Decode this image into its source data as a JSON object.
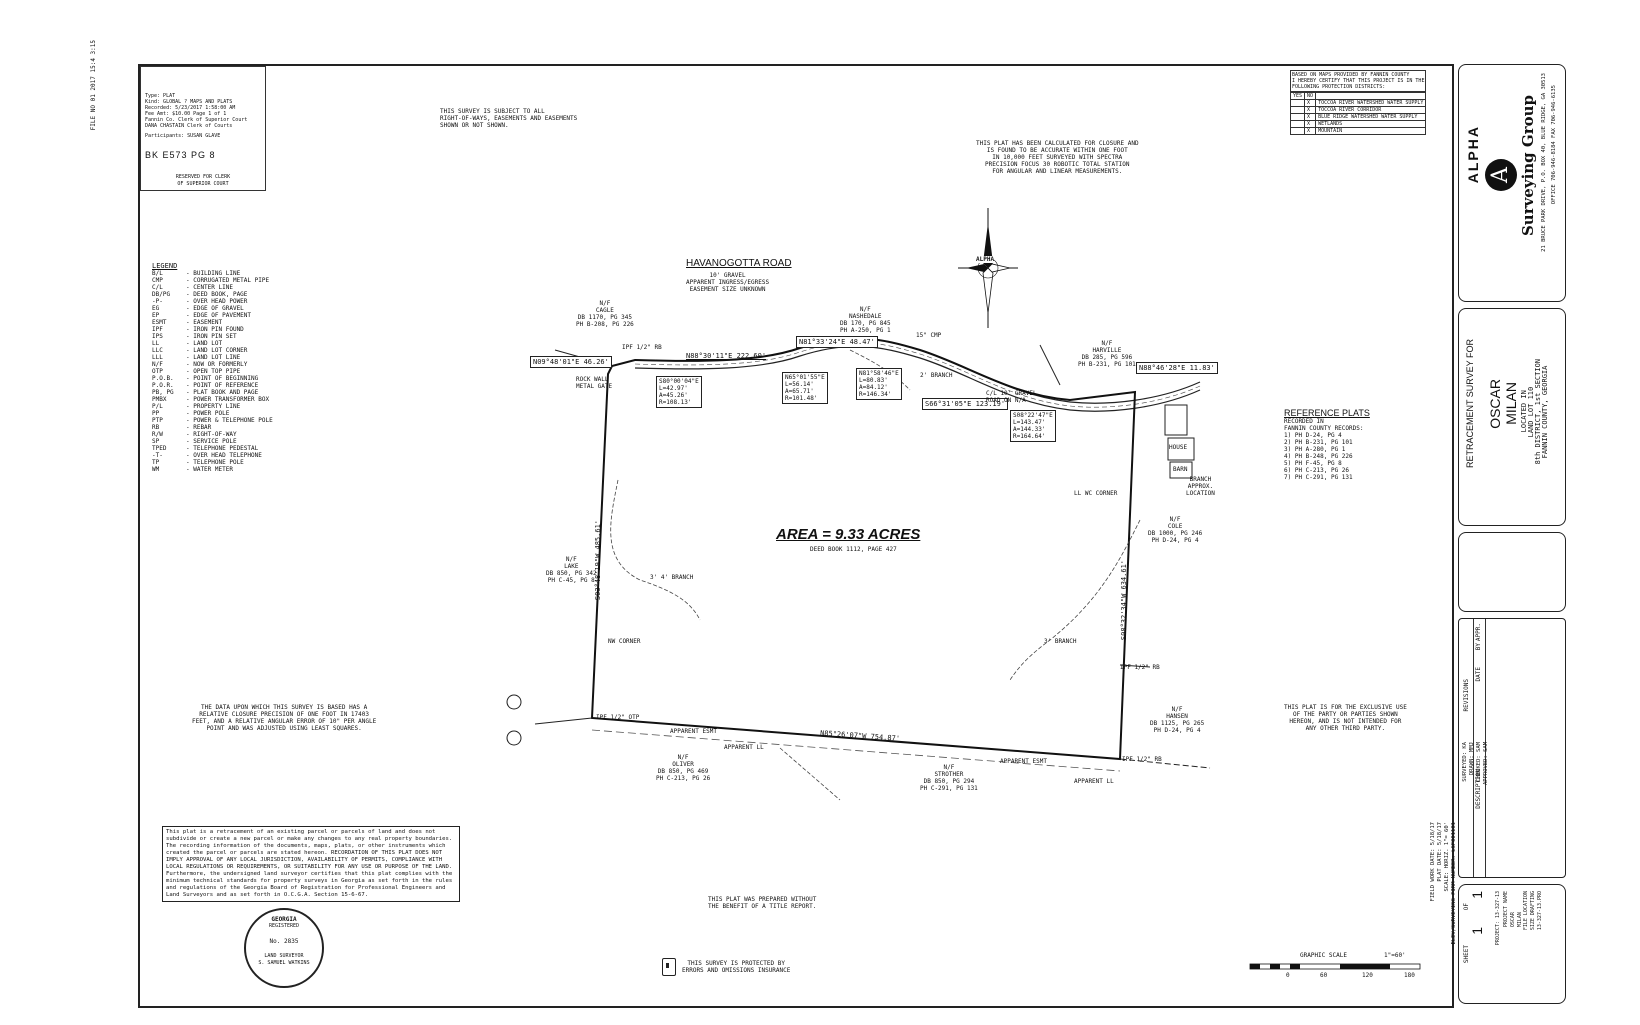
{
  "margin_stamp": "FILE NO 01 2017 15:4 3:15",
  "recording": {
    "lines": [
      "Type: PLAT",
      "Kind: GLOBAL ? MAPS AND PLATS",
      "Recorded: 5/23/2017 1:58:00 AM",
      "Fee Amt: $10.00 Page 1 of 1",
      "Fannin Co. Clerk of Superior Court",
      "DANA CHASTAIN Clerk of Courts"
    ],
    "participant": "Participants: SUSAN GLAVE",
    "book": "BK E573  PG   8",
    "reserved": "RESERVED FOR CLERK\nOF SUPERIOR COURT"
  },
  "notes": {
    "subject": "THIS SURVEY IS SUBJECT TO ALL\nRIGHT-OF-WAYS, EASEMENTS AND EASEMENTS\nSHOWN OR NOT SHOWN.",
    "closure": "THIS PLAT HAS BEEN CALCULATED FOR CLOSURE AND\nIS FOUND TO BE ACCURATE WITHIN ONE FOOT\nIN 10,000 FEET SURVEYED WITH SPECTRA\nPRECISION FOCUS 30 ROBOTIC TOTAL STATION\nFOR ANGULAR AND LINEAR MEASUREMENTS.",
    "data_basis": "THE DATA UPON WHICH THIS SURVEY IS BASED HAS A\nRELATIVE CLOSURE PRECISION OF ONE FOOT IN 17403\nFEET, AND A RELATIVE ANGULAR ERROR OF 10\" PER ANGLE\nPOINT AND WAS ADJUSTED USING LEAST SQUARES.",
    "exclusive": "THIS PLAT IS FOR THE EXCLUSIVE USE\nOF THE PARTY OR PARTIES SHOWN\nHEREON, AND IS NOT INTENDED FOR\nANY OTHER THIRD PARTY.",
    "title_report": "THIS PLAT WAS PREPARED WITHOUT\nTHE BENEFIT OF A TITLE REPORT.",
    "retracement": "This plat is a retracement of an existing parcel or parcels of land and does not subdivide or create a new parcel or make any changes to any real property boundaries. The recording information of the documents, maps, plats, or other instruments which created the parcel or parcels are stated hereon. RECORDATION OF THIS PLAT DOES NOT IMPLY APPROVAL OF ANY LOCAL JURISDICTION, AVAILABILITY OF PERMITS, COMPLIANCE WITH LOCAL REGULATIONS OR REQUIREMENTS, OR SUITABILITY FOR ANY USE OR PURPOSE OF THE LAND. Furthermore, the undersigned land surveyor certifies that this plat complies with the minimum technical standards for property surveys in Georgia as set forth in the rules and regulations of the Georgia Board of Registration for Professional Engineers and Land Surveyors and as set forth in O.C.G.A. Section 15-6-67.",
    "errors": "THIS SURVEY IS PROTECTED BY\nERRORS AND OMISSIONS INSURANCE"
  },
  "legend": {
    "title": "LEGEND",
    "items": [
      [
        "B/L",
        "BUILDING LINE"
      ],
      [
        "CMP",
        "CORRUGATED METAL PIPE"
      ],
      [
        "C/L",
        "CENTER LINE"
      ],
      [
        "DB/PG",
        "DEED BOOK, PAGE"
      ],
      [
        "-P-",
        "OVER HEAD POWER"
      ],
      [
        "EG",
        "EDGE OF GRAVEL"
      ],
      [
        "EP",
        "EDGE OF PAVEMENT"
      ],
      [
        "ESMT",
        "EASEMENT"
      ],
      [
        "IPF",
        "IRON PIN FOUND"
      ],
      [
        "IPS",
        "IRON PIN SET"
      ],
      [
        "LL",
        "LAND LOT"
      ],
      [
        "LLC",
        "LAND LOT CORNER"
      ],
      [
        "LLL",
        "LAND LOT LINE"
      ],
      [
        "N/F",
        "NOW OR FORMERLY"
      ],
      [
        "OTP",
        "OPEN TOP PIPE"
      ],
      [
        "P.O.B.",
        "POINT OF BEGINNING"
      ],
      [
        "P.O.R.",
        "POINT OF REFERENCE"
      ],
      [
        "PB, PG",
        "PLAT BOOK AND PAGE"
      ],
      [
        "PMBX",
        "POWER TRANSFORMER BOX"
      ],
      [
        "P/L",
        "PROPERTY LINE"
      ],
      [
        "PP",
        "POWER POLE"
      ],
      [
        "PTP",
        "POWER & TELEPHONE POLE"
      ],
      [
        "RB",
        "REBAR"
      ],
      [
        "R/W",
        "RIGHT-OF-WAY"
      ],
      [
        "SP",
        "SERVICE POLE"
      ],
      [
        "TPED",
        "TELEPHONE PEDESTAL"
      ],
      [
        "-T-",
        "OVER HEAD TELEPHONE"
      ],
      [
        "TP",
        "TELEPHONE POLE"
      ],
      [
        "WM",
        "WATER METER"
      ]
    ]
  },
  "road": {
    "name": "HAVANOGOTTA ROAD",
    "detail": "10' GRAVEL\nAPPARENT INGRESS/EGRESS\nEASEMENT SIZE UNKNOWN"
  },
  "area": {
    "label": "AREA = 9.33 ACRES",
    "deed": "DEED BOOK 1112, PAGE 427"
  },
  "bearings": [
    {
      "text": "N09°48'01\"E 46.26'"
    },
    {
      "text": "N88°30'11\"E 222.60'"
    },
    {
      "text": "N81°33'24\"E 48.47'"
    },
    {
      "text": "N88°46'28\"E 11.83'"
    },
    {
      "text": "S66°31'05\"E 123.19'"
    },
    {
      "text": "N85°26'07\"W 754.87'"
    },
    {
      "text": "S03°48'19\"W 485.61'"
    },
    {
      "text": "S08°32'34\"W 634.61'"
    }
  ],
  "curves": [
    {
      "text": "S80°00'04\"E\nL=42.97'\nA=45.26'\nR=108.13'"
    },
    {
      "text": "N65°01'55\"E\nL=56.14'\nA=65.71'\nR=101.48'"
    },
    {
      "text": "N81°58'46\"E\nL=80.83'\nA=84.12'\nR=146.34'"
    },
    {
      "text": "S08°22'47\"E\nL=143.47'\nA=144.33'\nR=164.64'"
    }
  ],
  "owners": [
    {
      "text": "N/F\nCAGLE\nDB 1170, PG 345\nPH B-208, PG 226"
    },
    {
      "text": "N/F\nNASHEDALE\nDB 170, PG 845\nPH A-250, PG 1"
    },
    {
      "text": "N/F\nHARVILLE\nDB 285, PG 596\nPH B-231, PG 101"
    },
    {
      "text": "N/F\nCOLE\nDB 1000, PG 246\nPH D-24, PG 4"
    },
    {
      "text": "N/F\nLAKE\nDB 850, PG 342\nPH C-45, PG 8"
    },
    {
      "text": "N/F\nOLIVER\nDB 850, PG 469\nPH C-213, PG 26"
    },
    {
      "text": "N/F\nSTROTHER\nDB 850, PG 294\nPH C-291, PG 131"
    },
    {
      "text": "N/F\nHANSEN\nDB 1125, PG 265\nPH D-24, PG 4"
    }
  ],
  "labels": {
    "ipf_half": "IPF 1/2\" RB",
    "ipf_otp": "IPF 1/2\" OTP",
    "rock_wall": "ROCK WALL\nMETAL GATE",
    "branch2": "2' BRANCH",
    "branch3": "3' BRANCH",
    "branch_left": "3' 4' BRANCH",
    "cmp": "15\" CMP",
    "gravel_road": "C/L 10' GRAVEL\nROAD ON N/A",
    "house": "HOUSE",
    "barn": "BARN",
    "branch_loc": "BRANCH\nAPPROX.\nLOCATION",
    "nw_corner": "NW CORNER",
    "ll_corner": "LL WC CORNER",
    "apparent_ll": "APPARENT LL",
    "app_esmt": "APPARENT ESMT"
  },
  "references": {
    "title": "REFERENCE PLATS",
    "intro": "RECORDED IN\nFANNIN COUNTY RECORDS:",
    "items": [
      "1) PH D-24, PG 4",
      "2) PH B-231, PG 101",
      "3) PH A-280, PG 1",
      "4) PH B-248, PG 226",
      "5) PH F-45, PG 8",
      "6) PH C-213, PG 26",
      "7) PH C-291, PG 131"
    ]
  },
  "flood": {
    "caption": "BASED ON MAPS PROVIDED BY FANNIN COUNTY\nI HEREBY CERTIFY THAT THIS PROJECT IS IN THE\nFOLLOWING PROTECTION DISTRICTS:",
    "rows": [
      [
        "YES",
        "NO",
        ""
      ],
      [
        "",
        "X",
        "TOCCOA RIVER WATERSHED WATER SUPPLY"
      ],
      [
        "",
        "X",
        "TOCCOA RIVER CORRIDOR"
      ],
      [
        "",
        "X",
        "BLUE RIDGE WATERSHED WATER SUPPLY"
      ],
      [
        "",
        "X",
        "WETLANDS"
      ],
      [
        "",
        "X",
        "MOUNTAIN"
      ]
    ]
  },
  "company": {
    "name": "ALPHA",
    "sub": "Surveying Group",
    "address": "21 BRUCE PARK DRIVE, P.O. BOX 40, BLUE RIDGE, GA 30513",
    "phone": "OFFICE 706-946-8184  FAX 706-946-6135"
  },
  "client": {
    "header": "RETRACEMENT SURVEY FOR",
    "name": "OSCAR\nMILAN",
    "location": "LOCATED IN\nLAND LOT 110\n8th DISTRICT, 1st SECTION\nFANNIN COUNTY, GEORGIA"
  },
  "revisions": {
    "header": "REVISIONS",
    "cols": [
      "DATE",
      "BY",
      "APPR."
    ],
    "desc": "DESCRIPTION"
  },
  "details": {
    "lines": [
      "FIELD WORK DATE: 5/18/17",
      "PLAT DATE: 5/18/17",
      "SCALE: HORIZ. 1\"= 60'",
      "ELEV/SURVEYING FIRM NUMBER: LSF001181"
    ],
    "right": [
      "SURVEYED: KA",
      "DRAWN: MMJ",
      "CHECKED: SAM",
      "APPROVED: SAM"
    ]
  },
  "sheet": {
    "label": "SHEET",
    "num": "1",
    "of": "OF",
    "total": "1",
    "project": "PROJECT: 13-327-13",
    "project_name": "PROJECT NAME\nOSCAR\nMILAN",
    "file": "FILE LOCATION\nSIZE DRAFTING\n13-327-13.PRO"
  },
  "scale": {
    "title": "GRAPHIC SCALE",
    "ratio": "1\"=60'",
    "ticks": [
      "0",
      "60",
      "120",
      "180"
    ]
  },
  "seal": {
    "top": "GEORGIA",
    "reg": "REGISTERED",
    "no": "No. 2835",
    "bottom": "LAND SURVEYOR",
    "name": "S. SAMUEL WATKINS"
  },
  "north": {
    "label": "ALPHA"
  }
}
